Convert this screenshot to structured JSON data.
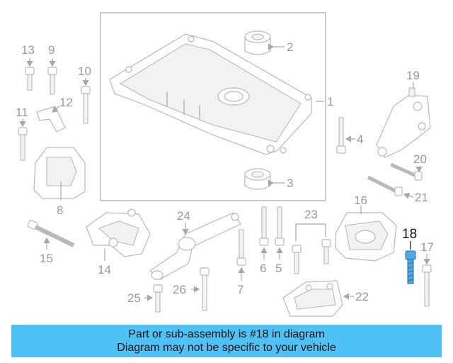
{
  "diagram": {
    "callouts": [
      "1",
      "2",
      "3",
      "4",
      "5",
      "6",
      "7",
      "8",
      "9",
      "10",
      "11",
      "12",
      "13",
      "14",
      "15",
      "16",
      "17",
      "18",
      "19",
      "20",
      "21",
      "22",
      "23",
      "24",
      "25",
      "26"
    ],
    "highlighted_callout": "18",
    "colors": {
      "highlight_part": "#4fa8e0",
      "banner": "#4fc1f5",
      "line_art": "#b9b9b9",
      "labels": "#9a9a9a"
    }
  },
  "banner": {
    "line1": "Part or sub-assembly is #18 in diagram",
    "line2": "Diagram may not be specific to your vehicle"
  }
}
